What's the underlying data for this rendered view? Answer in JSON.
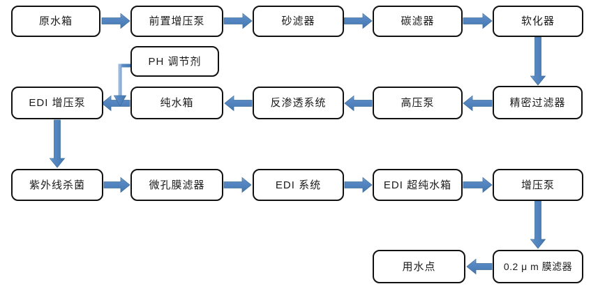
{
  "diagram": {
    "type": "flowchart",
    "subject": "water purification process flow",
    "colors": {
      "background": "#ffffff",
      "box_fill": "#ffffff",
      "box_border": "#111111",
      "arrow_fill": "#4f81bd",
      "arrow_edge": "#41719c",
      "text": "#1a1a1a"
    },
    "nodes": [
      {
        "id": "raw-water-tank",
        "label": "原水箱"
      },
      {
        "id": "pre-booster-pump",
        "label": "前置增压泵"
      },
      {
        "id": "sand-filter",
        "label": "砂滤器"
      },
      {
        "id": "carbon-filter",
        "label": "碳滤器"
      },
      {
        "id": "softener",
        "label": "软化器"
      },
      {
        "id": "ph-adjuster",
        "label": "PH 调节剂"
      },
      {
        "id": "edi-booster-pump",
        "label": "EDI 增压泵"
      },
      {
        "id": "pure-water-tank",
        "label": "纯水箱"
      },
      {
        "id": "ro-system",
        "label": "反渗透系统"
      },
      {
        "id": "high-pressure-pump",
        "label": "高压泵"
      },
      {
        "id": "precision-filter",
        "label": "精密过滤器"
      },
      {
        "id": "uv-sterilizer",
        "label": "紫外线杀菌"
      },
      {
        "id": "microporous-membrane-filter",
        "label": "微孔膜滤器"
      },
      {
        "id": "edi-system",
        "label": "EDI 系统"
      },
      {
        "id": "edi-ultrapure-water-tank",
        "label": "EDI 超纯水箱"
      },
      {
        "id": "booster-pump",
        "label": "增压泵"
      },
      {
        "id": "point-of-use",
        "label": "用水点"
      },
      {
        "id": "membrane-filter-0-2um",
        "label": "0.2 μ m 膜滤器"
      }
    ],
    "edges": [
      {
        "from": "raw-water-tank",
        "to": "pre-booster-pump",
        "direction": "right"
      },
      {
        "from": "pre-booster-pump",
        "to": "sand-filter",
        "direction": "right"
      },
      {
        "from": "sand-filter",
        "to": "carbon-filter",
        "direction": "right"
      },
      {
        "from": "carbon-filter",
        "to": "softener",
        "direction": "right"
      },
      {
        "from": "softener",
        "to": "precision-filter",
        "direction": "down"
      },
      {
        "from": "precision-filter",
        "to": "high-pressure-pump",
        "direction": "left"
      },
      {
        "from": "high-pressure-pump",
        "to": "ro-system",
        "direction": "left"
      },
      {
        "from": "ro-system",
        "to": "pure-water-tank",
        "direction": "left"
      },
      {
        "from": "pure-water-tank",
        "to": "edi-booster-pump",
        "direction": "left"
      },
      {
        "from": "ph-adjuster",
        "to": "pure-water-tank--edi-booster-pump-line",
        "direction": "down"
      },
      {
        "from": "edi-booster-pump",
        "to": "uv-sterilizer",
        "direction": "down"
      },
      {
        "from": "uv-sterilizer",
        "to": "microporous-membrane-filter",
        "direction": "right"
      },
      {
        "from": "microporous-membrane-filter",
        "to": "edi-system",
        "direction": "right"
      },
      {
        "from": "edi-system",
        "to": "edi-ultrapure-water-tank",
        "direction": "right"
      },
      {
        "from": "edi-ultrapure-water-tank",
        "to": "booster-pump",
        "direction": "right"
      },
      {
        "from": "booster-pump",
        "to": "membrane-filter-0-2um",
        "direction": "down"
      },
      {
        "from": "membrane-filter-0-2um",
        "to": "point-of-use",
        "direction": "left"
      }
    ]
  }
}
